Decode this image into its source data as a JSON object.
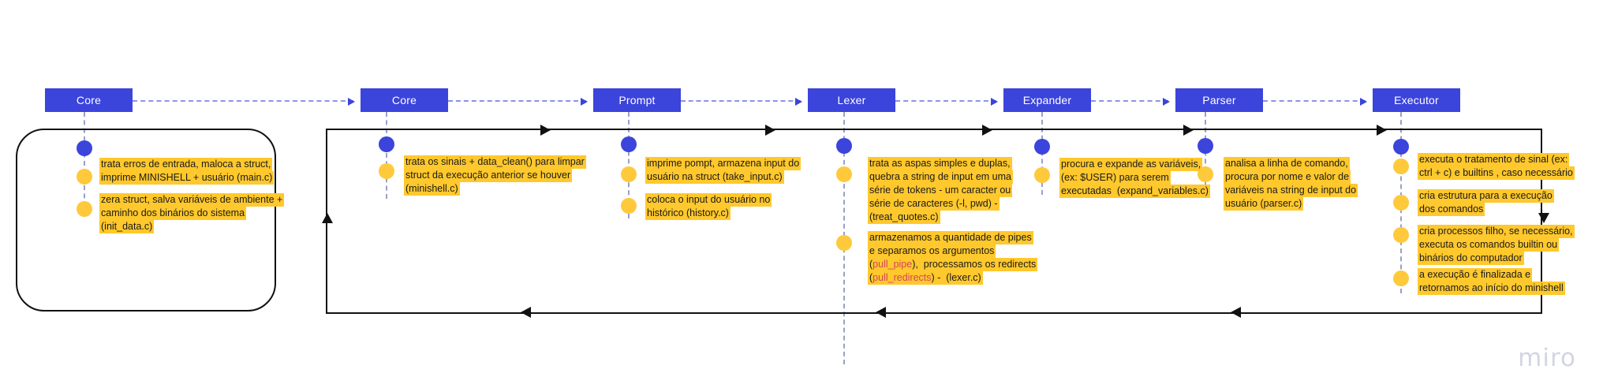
{
  "board": {
    "watermark": "miro",
    "colors": {
      "lane_blue": "#3B44DB",
      "note_yellow": "#FFC82C",
      "dot_yellow": "#FFC93C",
      "outline": "#111111",
      "code_red": "#d3455b",
      "watermark_gray": "#d4d5e3"
    }
  },
  "lanes": [
    {
      "label": "Core"
    },
    {
      "label": "Core"
    },
    {
      "label": "Prompt"
    },
    {
      "label": "Lexer"
    },
    {
      "label": "Expander"
    },
    {
      "label": "Parser"
    },
    {
      "label": "Executor"
    }
  ],
  "notes": {
    "core1": [
      {
        "lines": [
          "trata erros de entrada, maloca a struct,",
          "imprime MINISHELL + usuário (main.c)"
        ]
      },
      {
        "lines": [
          "zera struct, salva variáveis de ambiente +",
          "caminho dos binários do sistema",
          "(init_data.c)"
        ]
      }
    ],
    "core2": [
      {
        "lines": [
          "trata os sinais + data_clean() para limpar",
          "struct da execução anterior se houver",
          "(minishell.c)"
        ]
      }
    ],
    "prompt": [
      {
        "lines": [
          "imprime pompt, armazena input do",
          "usuário na struct (take_input.c)"
        ]
      },
      {
        "lines": [
          "coloca o input do usuário no",
          "histórico (history.c)"
        ]
      }
    ],
    "lexer": [
      {
        "lines": [
          "trata as aspas simples e duplas,",
          "quebra a string de input em uma",
          "série de tokens - um caracter ou",
          "série de caracteres (-l, pwd) -",
          "(treat_quotes.c)"
        ]
      },
      {
        "lines": [
          "armazenamos a quantidade de pipes",
          "e separamos os argumentos",
          "(pull_pipe),  processamos os redirects",
          "(pull_redirects) -  (lexer.c)"
        ],
        "code": [
          "pull_pipe",
          "pull_redirects"
        ]
      }
    ],
    "expander": [
      {
        "lines": [
          "procura e expande as variáveis,",
          "(ex: $USER) para serem",
          "executadas  (expand_variables.c)"
        ]
      }
    ],
    "parser": [
      {
        "lines": [
          "analisa a linha de comando,",
          "procura por nome e valor de",
          "variáveis na string de input do",
          "usuário (parser.c)"
        ]
      }
    ],
    "executor": [
      {
        "lines": [
          "executa o tratamento de sinal (ex:",
          "ctrl + c) e builtins , caso necessário"
        ]
      },
      {
        "lines": [
          "cria estrutura para a execução",
          "dos comandos"
        ]
      },
      {
        "lines": [
          "cria processos filho, se necessário,",
          "executa os comandos builtin ou",
          "binários do computador"
        ]
      },
      {
        "lines": [
          "a execução é finalizada e",
          "retornamos ao início do minishell"
        ]
      }
    ]
  }
}
